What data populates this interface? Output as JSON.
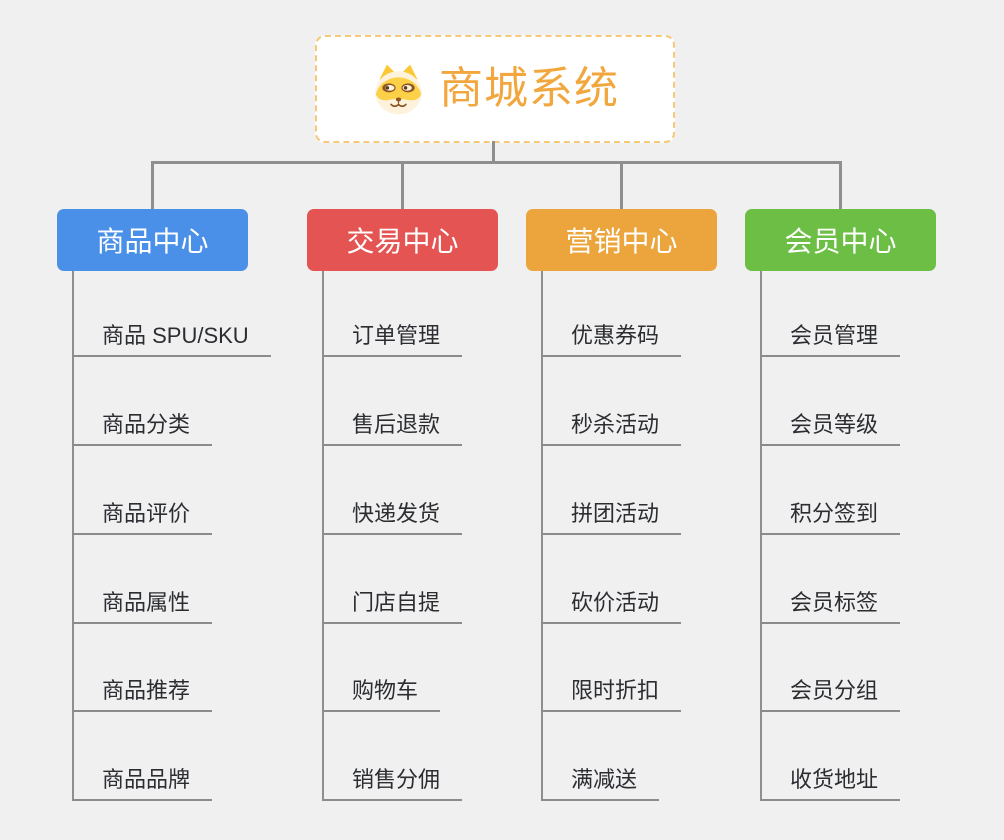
{
  "root": {
    "title": "商城系统",
    "title_color": "#f1a73d",
    "icon": "dog-face-icon"
  },
  "branches": [
    {
      "label": "商品中心",
      "color": "#4a90e8",
      "items": [
        "商品 SPU/SKU",
        "商品分类",
        "商品评价",
        "商品属性",
        "商品推荐",
        "商品品牌"
      ]
    },
    {
      "label": "交易中心",
      "color": "#e45452",
      "items": [
        "订单管理",
        "售后退款",
        "快递发货",
        "门店自提",
        "购物车",
        "销售分佣"
      ]
    },
    {
      "label": "营销中心",
      "color": "#eba53c",
      "items": [
        "优惠券码",
        "秒杀活动",
        "拼团活动",
        "砍价活动",
        "限时折扣",
        "满减送"
      ]
    },
    {
      "label": "会员中心",
      "color": "#6cbe44",
      "items": [
        "会员管理",
        "会员等级",
        "积分签到",
        "会员标签",
        "会员分组",
        "收货地址"
      ]
    }
  ],
  "colors": {
    "background": "#f0f0f1",
    "connector_line": "#8f8f8f",
    "root_border": "#f6c877",
    "leaf_text": "#2b2d31"
  }
}
